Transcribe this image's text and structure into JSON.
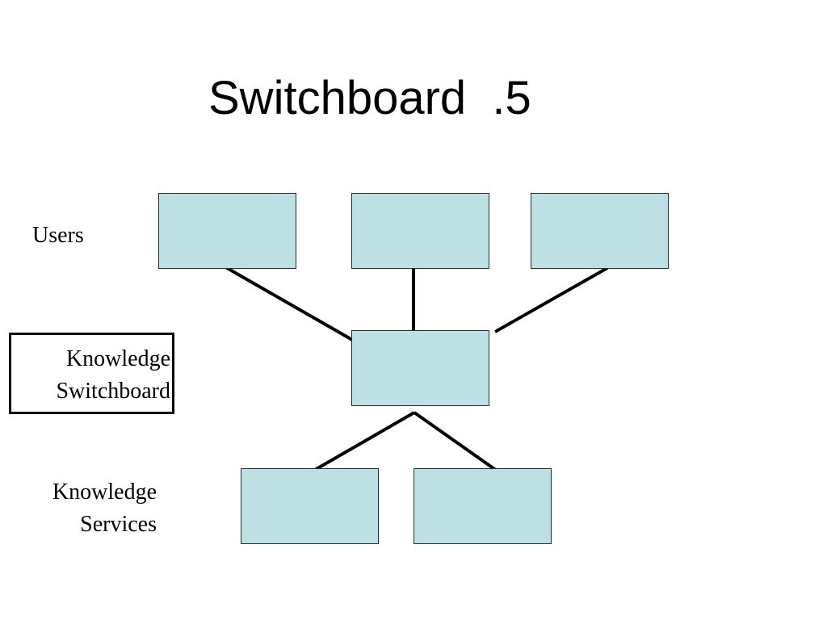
{
  "slide": {
    "title": "Switchboard  .5"
  },
  "diagram": {
    "layers": {
      "users": "Users",
      "switchboard_line1": "Knowledge",
      "switchboard_line2": "Switchboard",
      "services_line1": "Knowledge",
      "services_line2": "Services"
    },
    "colors": {
      "node_fill": "#bde0e4",
      "node_border": "#2b2b2b",
      "connector": "#000000"
    }
  }
}
